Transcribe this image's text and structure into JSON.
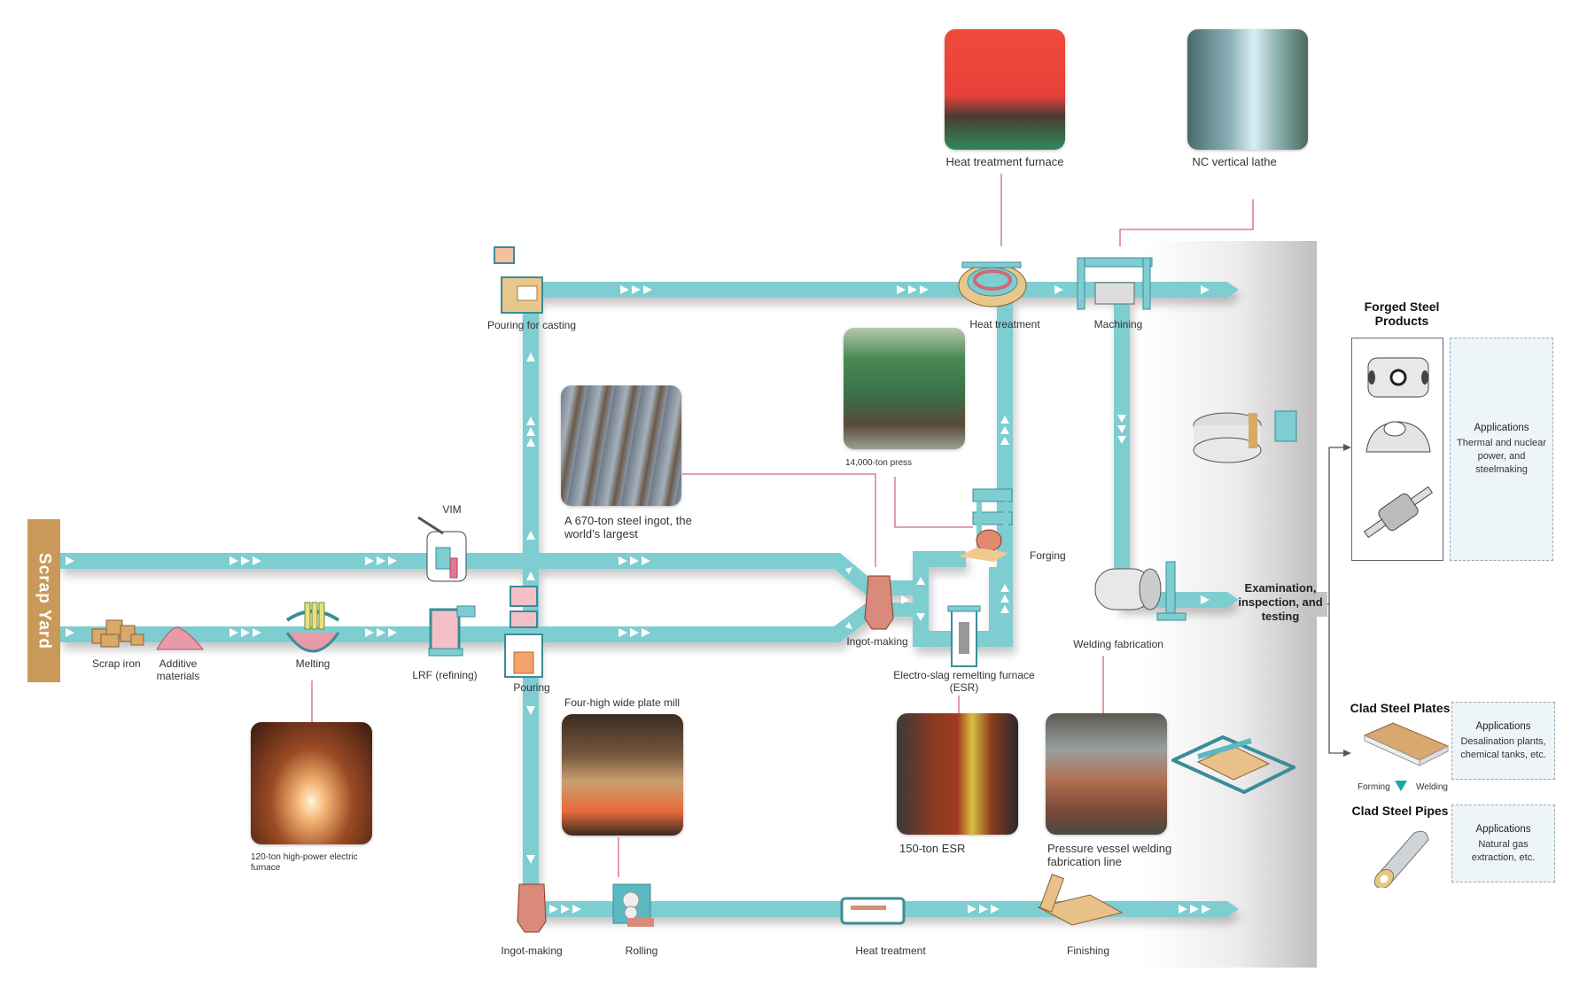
{
  "colors": {
    "pipe": "#7ecdd1",
    "pipe_arrow": "#ffffff",
    "connector": "#d06a78",
    "scrap_yard": "#c9995a",
    "inspection_band": "#d9d9d9",
    "app_box_bg": "#eef5f9",
    "forming_marker": "#1ba7a8"
  },
  "scrap_yard": {
    "label": "Scrap Yard"
  },
  "steps": {
    "scrap_iron": "Scrap iron",
    "additive_materials": "Additive materials",
    "melting": "Melting",
    "vim": "VIM",
    "lrf": "LRF (refining)",
    "pouring": "Pouring",
    "pouring_for_casting": "Pouring for casting",
    "ingot_making_mid": "Ingot-making",
    "esr": "Electro-slag remelting furnace (ESR)",
    "forging": "Forging",
    "heat_treatment_top": "Heat treatment",
    "machining": "Machining",
    "welding_fabrication": "Welding fabrication",
    "ingot_making_bottom": "Ingot-making",
    "rolling": "Rolling",
    "heat_treatment_bottom": "Heat treatment",
    "finishing": "Finishing",
    "examination": "Examination, inspection, and testing"
  },
  "photos": {
    "electric_furnace": "120-ton high-power electric furnace",
    "steel_ingot": "A 670-ton steel ingot, the world’s largest",
    "press": "14,000-ton press",
    "heat_furnace": "Heat treatment furnace",
    "nc_lathe": "NC vertical lathe",
    "plate_mill": "Four-high wide plate mill",
    "esr_150": "150-ton ESR",
    "pressure_vessel": "Pressure vessel welding fabrication line"
  },
  "products": {
    "forged": {
      "title": "Forged Steel Products",
      "app_title": "Applications",
      "app_text": "Thermal and nuclear power, and steelmaking"
    },
    "clad_plates": {
      "title": "Clad Steel Plates",
      "app_title": "Applications",
      "app_text": "Desalination plants, chemical tanks, etc."
    },
    "forming_label": "Forming",
    "welding_label": "Welding",
    "clad_pipes": {
      "title": "Clad Steel Pipes",
      "app_title": "Applications",
      "app_text": "Natural gas extraction, etc."
    }
  }
}
